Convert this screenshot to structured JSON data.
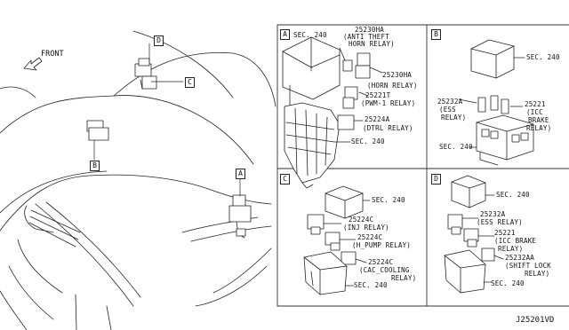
{
  "diagram": {
    "front_label": "FRONT",
    "callouts": {
      "A": "A",
      "B": "B",
      "C": "C",
      "D": "D"
    },
    "panel_a": {
      "tag": "A",
      "sec_top": "SEC. 240",
      "p25230ha_1": "25230HA",
      "p25230ha_1_desc1": "(ANTI THEFT",
      "p25230ha_1_desc2": "HORN RELAY)",
      "p25230ha_2": "25230HA",
      "p25230ha_2_desc": "(HORN RELAY)",
      "p25221t": "25221T",
      "p25221t_desc": "(PWM-1 RELAY)",
      "p25224a": "25224A",
      "p25224a_desc": "(DTRL RELAY)",
      "sec_bottom": "SEC. 240"
    },
    "panel_b": {
      "tag": "B",
      "sec_top": "SEC. 240",
      "p25232a": "25232A",
      "p25232a_desc1": "(ESS",
      "p25232a_desc2": "RELAY)",
      "p25221": "25221",
      "p25221_desc1": "(ICC",
      "p25221_desc2": "BRAKE",
      "p25221_desc3": "RELAY)",
      "sec_bottom": "SEC. 240"
    },
    "panel_c": {
      "tag": "C",
      "sec_top": "SEC. 240",
      "p1": "25224C",
      "p1_desc": "(INJ RELAY)",
      "p2": "25224C",
      "p2_desc": "(H_PUMP RELAY)",
      "p3": "25224C",
      "p3_desc1": "(CAC_COOLING",
      "p3_desc2": "RELAY)",
      "sec_bottom": "SEC. 240"
    },
    "panel_d": {
      "tag": "D",
      "sec_top": "SEC. 240",
      "p1": "25232A",
      "p1_desc": "(ESS RELAY)",
      "p2": "25221",
      "p2_desc1": "(ICC BRAKE",
      "p2_desc2": "RELAY)",
      "p3": "25232AA",
      "p3_desc1": "(SHIFT LOCK",
      "p3_desc2": "RELAY)",
      "sec_bottom": "SEC. 240"
    },
    "diagram_code": "J25201VD"
  }
}
